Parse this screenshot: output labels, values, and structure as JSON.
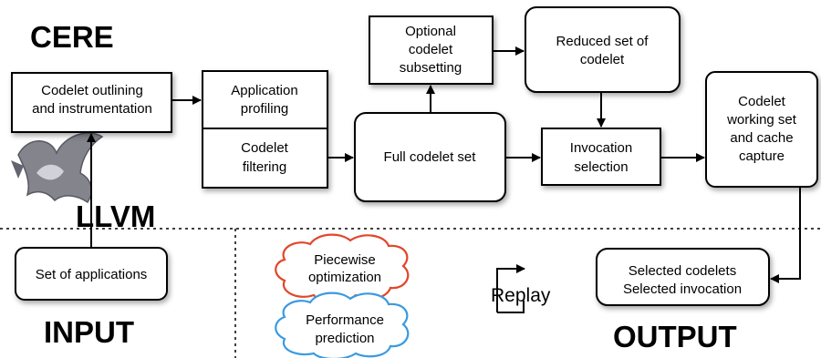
{
  "titles": {
    "cere": "CERE",
    "llvm": "LLVM",
    "input": "INPUT",
    "output": "OUTPUT"
  },
  "boxes": {
    "outlining": [
      "Codelet outlining",
      "and instrumentation"
    ],
    "profiling": [
      "Application",
      "profiling"
    ],
    "filtering": [
      "Codelet",
      "filtering"
    ],
    "full_set": [
      "Full codelet set"
    ],
    "subsetting": [
      "Optional",
      "codelet",
      "subsetting"
    ],
    "reduced_set": [
      "Reduced set of",
      "codelet"
    ],
    "invocation": [
      "Invocation",
      "selection"
    ],
    "capture": [
      "Codelet",
      "working set",
      "and cache",
      "capture"
    ],
    "applications": [
      "Set of applications"
    ],
    "selected": [
      "Selected codelets",
      "Selected invocation"
    ]
  },
  "clouds": {
    "piecewise": [
      "Piecewise",
      "optimization"
    ],
    "performance": [
      "Performance",
      "prediction"
    ]
  },
  "replay_label": "Replay",
  "colors": {
    "piecewise_outline": "#e2462a",
    "performance_outline": "#3a9ae0"
  }
}
